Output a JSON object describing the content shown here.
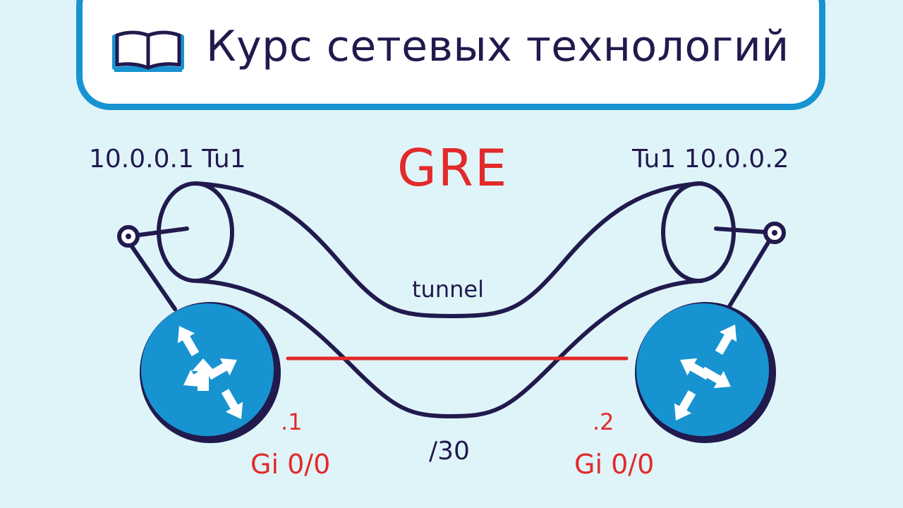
{
  "header": {
    "title": "Курс сетевых технологий",
    "icon": "open-book-icon"
  },
  "diagram": {
    "title": "GRE",
    "tunnel_label": "tunnel",
    "transit_prefix": "/30",
    "left_router": {
      "tunnel_label": "10.0.0.1 Tu1",
      "ip_suffix": ".1",
      "interface": "Gi 0/0",
      "icon": "router-icon"
    },
    "right_router": {
      "tunnel_label": "Tu1 10.0.0.2",
      "ip_suffix": ".2",
      "interface": "Gi 0/0",
      "icon": "router-icon"
    }
  },
  "colors": {
    "background": "#dff4f8",
    "accent_blue": "#1793d1",
    "navy": "#211a4e",
    "red": "#e22a2a"
  }
}
